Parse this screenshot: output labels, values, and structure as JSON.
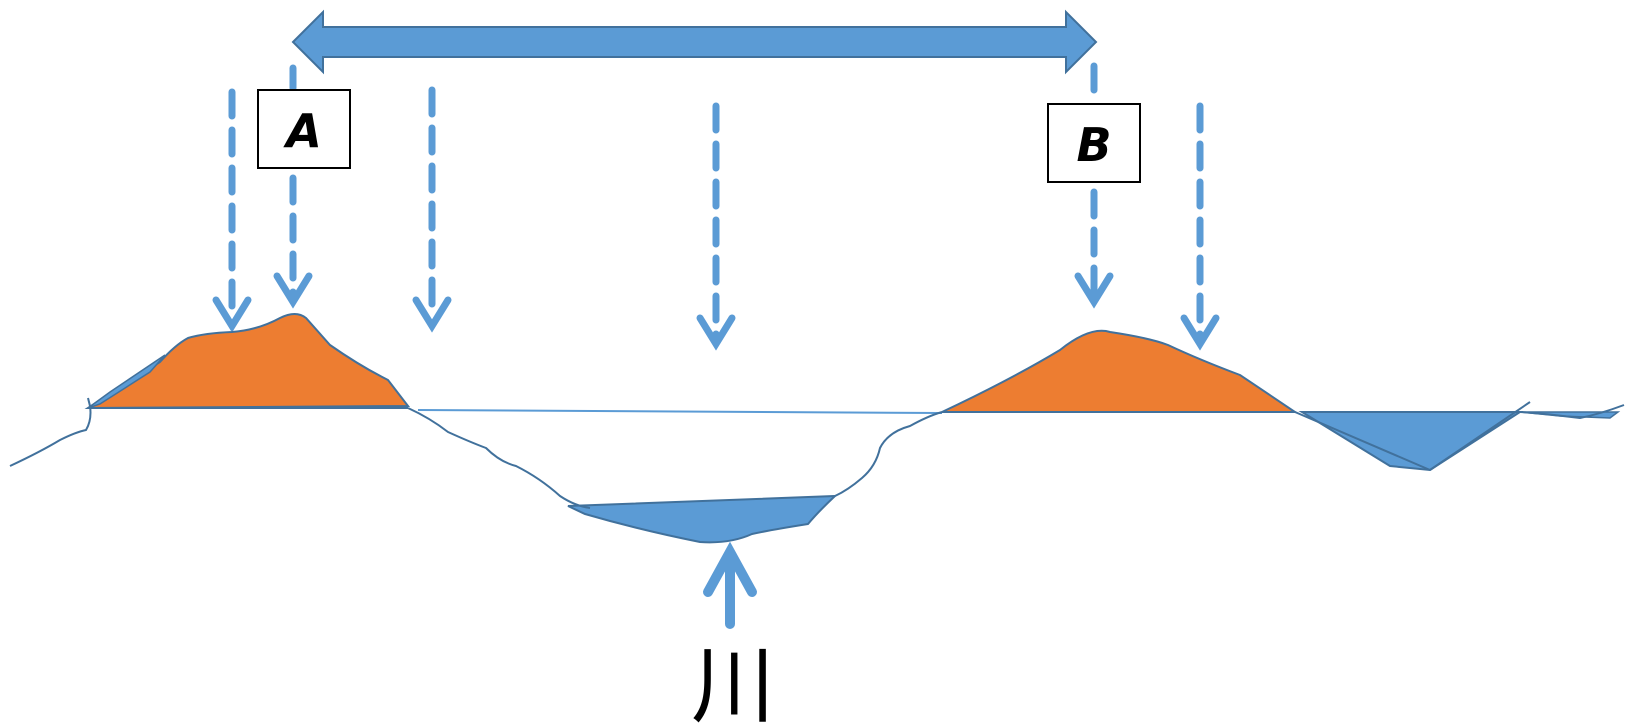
{
  "labels": {
    "point_a": "A",
    "point_b": "B",
    "river": "川"
  },
  "colors": {
    "arrow_blue": "#5b9bd5",
    "arrow_outline": "#41719c",
    "mound_orange": "#ed7d31",
    "water_blue": "#5b9bd5",
    "terrain_line": "#41719c",
    "box_border": "#000000",
    "background": "#ffffff"
  },
  "icons": {
    "span_arrow": "double-headed-arrow",
    "down_arrows": "dashed-down-arrow",
    "river_pointer": "up-arrow"
  }
}
